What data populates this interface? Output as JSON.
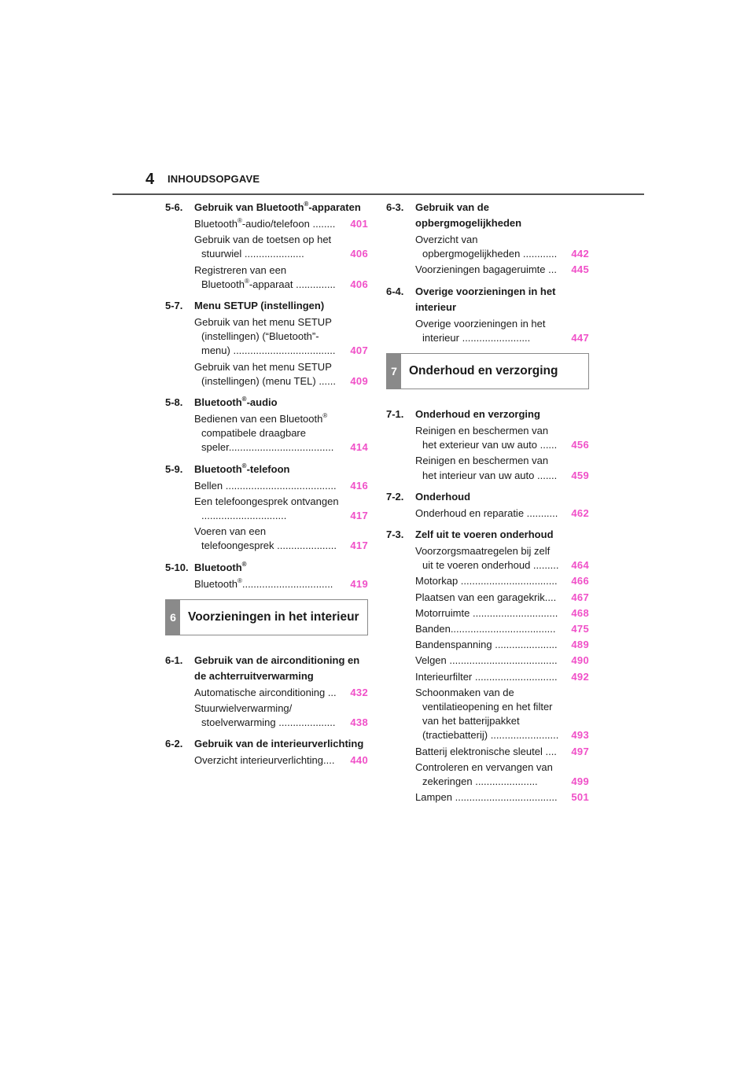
{
  "header": {
    "page_number": "4",
    "title": "INHOUDSOPGAVE"
  },
  "left": [
    {
      "type": "section",
      "num": "5-6.",
      "title": "Gebruik van Bluetooth",
      "sup": "®",
      "title_after": "-apparaten",
      "entries": [
        {
          "text": "Bluetooth",
          "sup": "®",
          "text_after": "-audio/telefoon ........",
          "page": "401"
        },
        {
          "text": "Gebruik van de toetsen op het stuurwiel .....................",
          "page": "406"
        },
        {
          "text": "Registreren van een Bluetooth",
          "sup": "®",
          "text_after": "-apparaat ..............",
          "page": "406"
        }
      ]
    },
    {
      "type": "section",
      "num": "5-7.",
      "title": "Menu SETUP (instellingen)",
      "entries": [
        {
          "text": "Gebruik van het menu SETUP (instellingen) (“Bluetooth”-menu) ....................................",
          "page": "407"
        },
        {
          "text": "Gebruik van het menu SETUP (instellingen) (menu TEL) ......",
          "page": "409"
        }
      ]
    },
    {
      "type": "section",
      "num": "5-8.",
      "title": "Bluetooth",
      "sup": "®",
      "title_after": "-audio",
      "entries": [
        {
          "text": "Bedienen van een Bluetooth",
          "sup": "®",
          "text_after": " compatibele draagbare speler.....................................",
          "page": "414"
        }
      ]
    },
    {
      "type": "section",
      "num": "5-9.",
      "title": "Bluetooth",
      "sup": "®",
      "title_after": "-telefoon",
      "entries": [
        {
          "text": "Bellen .......................................",
          "page": "416"
        },
        {
          "text": "Een telefoongesprek ontvangen ..............................",
          "page": "417"
        },
        {
          "text": "Voeren van een telefoongesprek .....................",
          "page": "417"
        }
      ]
    },
    {
      "type": "section",
      "num": "5-10.",
      "title": "Bluetooth",
      "sup": "®",
      "title_after": "",
      "entries": [
        {
          "text": "Bluetooth",
          "sup": "®",
          "text_after": "................................",
          "page": "419"
        }
      ]
    },
    {
      "type": "chapter",
      "num": "6",
      "title": "Voorzieningen in het interieur"
    },
    {
      "type": "section",
      "num": "6-1.",
      "title": "Gebruik van de airconditioning en de achterruitverwarming",
      "entries": [
        {
          "text": "Automatische airconditioning ...",
          "page": "432"
        },
        {
          "text": "Stuurwielverwarming/ stoelverwarming ....................",
          "page": "438"
        }
      ]
    },
    {
      "type": "section",
      "num": "6-2.",
      "title": "Gebruik van de interieurverlichting",
      "entries": [
        {
          "text": "Overzicht interieurverlichting....",
          "page": "440"
        }
      ]
    }
  ],
  "right": [
    {
      "type": "section",
      "num": "6-3.",
      "title": "Gebruik van de opbergmogelijkheden",
      "entries": [
        {
          "text": "Overzicht van opbergmogelijkheden ............",
          "page": "442"
        },
        {
          "text": "Voorzieningen bagageruimte ...",
          "page": "445"
        }
      ]
    },
    {
      "type": "section",
      "num": "6-4.",
      "title": "Overige voorzieningen in het interieur",
      "entries": [
        {
          "text": "Overige voorzieningen in het interieur ........................",
          "page": "447"
        }
      ]
    },
    {
      "type": "chapter",
      "num": "7",
      "title": "Onderhoud en verzorging"
    },
    {
      "type": "section",
      "num": "7-1.",
      "title": "Onderhoud en verzorging",
      "entries": [
        {
          "text": "Reinigen en beschermen van het exterieur van uw auto ......",
          "page": "456"
        },
        {
          "text": "Reinigen en beschermen van het interieur van uw auto .......",
          "page": "459"
        }
      ]
    },
    {
      "type": "section",
      "num": "7-2.",
      "title": "Onderhoud",
      "entries": [
        {
          "text": "Onderhoud en reparatie ...........",
          "page": "462"
        }
      ]
    },
    {
      "type": "section",
      "num": "7-3.",
      "title": "Zelf uit te voeren onderhoud",
      "entries": [
        {
          "text": "Voorzorgsmaatregelen bij zelf uit te voeren onderhoud .........",
          "page": "464"
        },
        {
          "text": "Motorkap ..................................",
          "page": "466"
        },
        {
          "text": "Plaatsen van een garagekrik....",
          "page": "467"
        },
        {
          "text": "Motorruimte ..............................",
          "page": "468"
        },
        {
          "text": "Banden.....................................",
          "page": "475"
        },
        {
          "text": "Bandenspanning ......................",
          "page": "489"
        },
        {
          "text": "Velgen ......................................",
          "page": "490"
        },
        {
          "text": "Interieurfilter .............................",
          "page": "492"
        },
        {
          "text": "Schoonmaken van de ventilatieopening en het filter van het batterijpakket (tractiebatterij) ........................",
          "page": "493"
        },
        {
          "text": "Batterij elektronische sleutel ....",
          "page": "497"
        },
        {
          "text": "Controleren en vervangen van zekeringen ......................",
          "page": "499"
        },
        {
          "text": "Lampen ....................................",
          "page": "501"
        }
      ]
    }
  ]
}
